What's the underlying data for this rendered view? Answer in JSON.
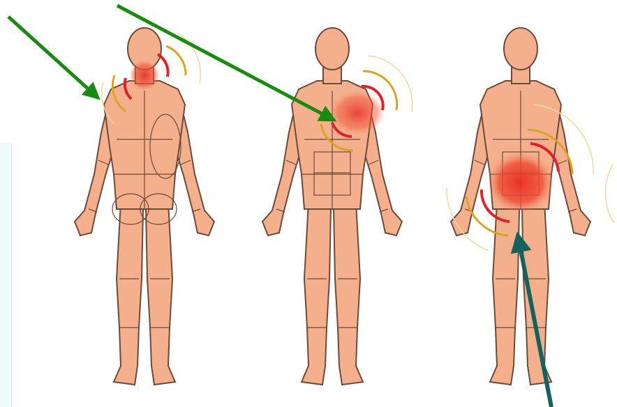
{
  "colors": {
    "skin": "#f4b08d",
    "outline": "#6b4a3a",
    "pain_core": "#e8322a",
    "pain_glow": "#f38a6a",
    "ring_red": "#e0202a",
    "ring_gold": "#d9a423",
    "ring_faint": "#ecd9a0",
    "arrow_green": "#1a8a12",
    "arrow_teal": "#14625e"
  },
  "figures": [
    {
      "view": "back",
      "pain_area": "neck"
    },
    {
      "view": "front",
      "pain_area": "left-shoulder"
    },
    {
      "view": "front",
      "pain_area": "abdomen"
    }
  ],
  "arrows": [
    {
      "points_to": "neck-pain-area",
      "color": "green"
    },
    {
      "points_to": "shoulder-pain-area",
      "color": "green"
    },
    {
      "points_to": "abdomen-pain-area",
      "color": "teal"
    }
  ]
}
